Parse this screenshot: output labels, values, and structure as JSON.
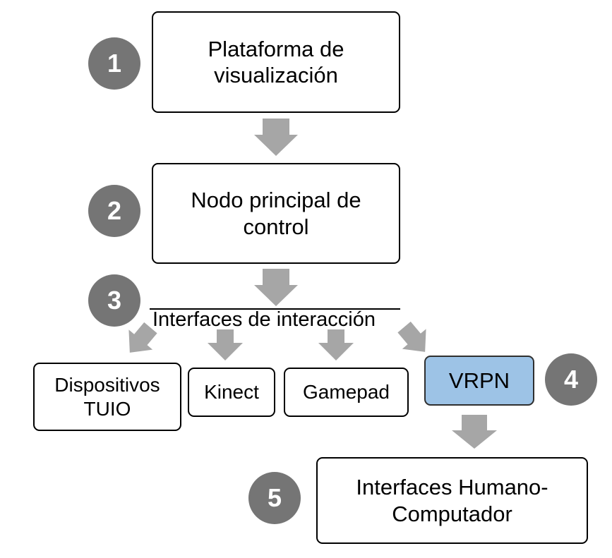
{
  "steps": {
    "visualization_platform": {
      "badge": "1",
      "line1": "Plataforma de",
      "line2": "visualización"
    },
    "control_node": {
      "badge": "2",
      "line1": "Nodo principal de",
      "line2": "control"
    },
    "interaction_interfaces": {
      "badge": "3",
      "label": "Interfaces de interacción"
    },
    "devices": {
      "tuio_line1": "Dispositivos",
      "tuio_line2": "TUIO",
      "kinect": "Kinect",
      "gamepad": "Gamepad",
      "vrpn": "VRPN"
    },
    "vrpn_badge": "4",
    "hci": {
      "badge": "5",
      "line1": "Interfaces Humano-",
      "line2": "Computador"
    }
  },
  "colors": {
    "badge": "#757575",
    "arrow": "#a6a6a6",
    "highlight_box": "#9dc3e6"
  }
}
